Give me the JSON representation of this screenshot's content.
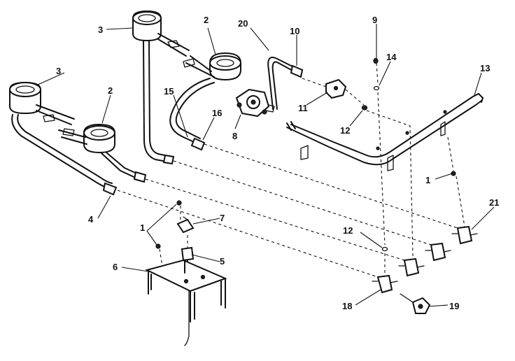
{
  "callouts": {
    "c1a": "1",
    "c1b": "1",
    "c2a": "2",
    "c2b": "2",
    "c3a": "3",
    "c3b": "3",
    "c4": "4",
    "c5": "5",
    "c6": "6",
    "c7": "7",
    "c8": "8",
    "c9": "9",
    "c10": "10",
    "c11": "11",
    "c12a": "12",
    "c12b": "12",
    "c13": "13",
    "c14": "14",
    "c15": "15",
    "c16": "16",
    "c18": "18",
    "c19": "19",
    "c20": "20",
    "c21": "21"
  }
}
